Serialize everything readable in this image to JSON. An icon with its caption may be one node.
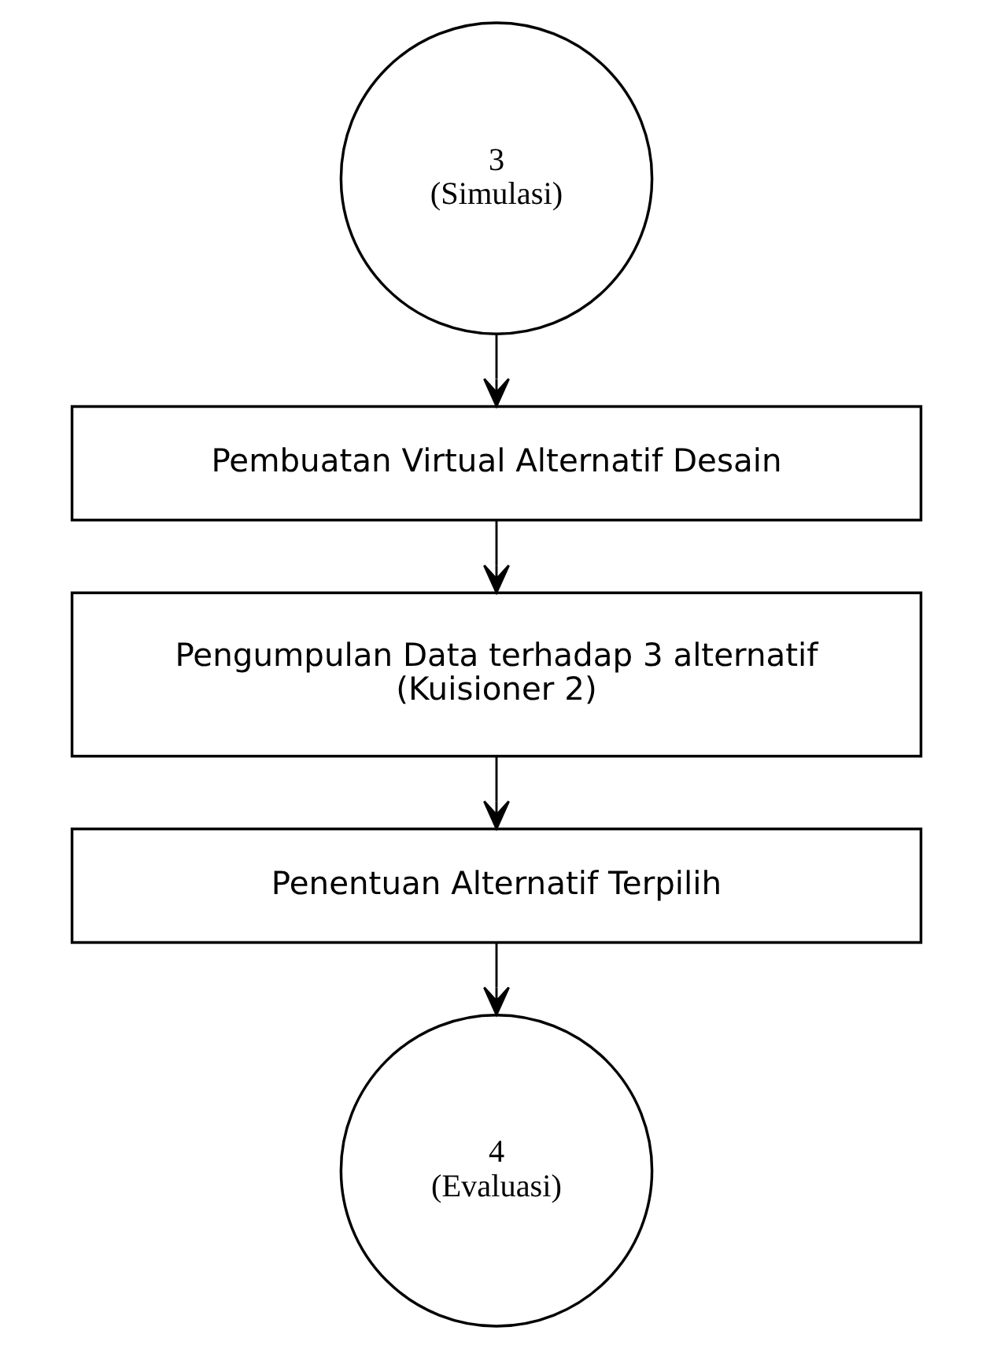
{
  "diagram": {
    "nodes": [
      {
        "text": [
          "3",
          "(Simulasi)"
        ]
      },
      {
        "text": [
          "Pembuatan Virtual Alternatif Desain"
        ]
      },
      {
        "text": [
          "Pengumpulan Data terhadap 3 alternatif",
          "(Kuisioner 2)"
        ]
      },
      {
        "text": [
          "Penentuan Alternatif Terpilih"
        ]
      },
      {
        "text": [
          "4",
          "(Evaluasi)"
        ]
      }
    ],
    "edges": [
      {
        "from": 0,
        "to": 1,
        "arrow": "to"
      },
      {
        "from": 1,
        "to": 2,
        "arrow": "to"
      },
      {
        "from": 2,
        "to": 3,
        "arrow": "to"
      },
      {
        "from": 3,
        "to": 4,
        "arrow": "to"
      }
    ]
  }
}
